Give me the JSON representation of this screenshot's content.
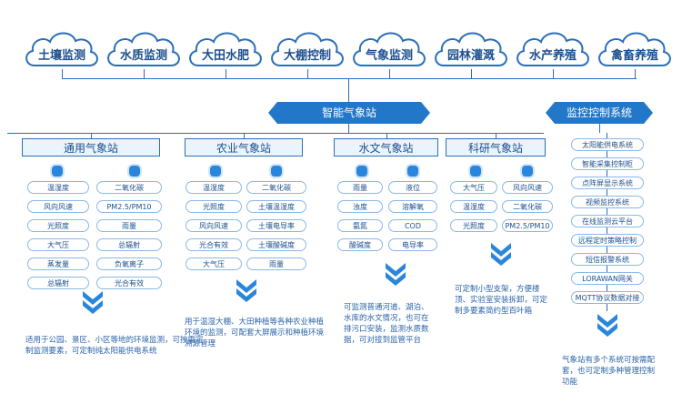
{
  "clouds": [
    "土壤监测",
    "水质监测",
    "大田水肥",
    "大棚控制",
    "气象监测",
    "园林灌溉",
    "水产养殖",
    "禽畜养殖"
  ],
  "hubs": {
    "weather": "智能气象站",
    "control": "监控控制系统"
  },
  "stations": [
    {
      "title": "通用气象站",
      "left": [
        "温湿度",
        "风向风速",
        "光照度",
        "大气压",
        "蒸发量",
        "总辐射"
      ],
      "right": [
        "二氧化碳",
        "PM2.5/PM10",
        "雨量",
        "总辐射",
        "负氧离子",
        "光合有效"
      ],
      "desc": "适用于公园、景区、小区等地的环境监测，可按需定制监测要素，可定制纯太阳能供电系统"
    },
    {
      "title": "农业气象站",
      "left": [
        "温湿度",
        "光照度",
        "风向风速",
        "光合有效",
        "大气压"
      ],
      "right": [
        "二氧化碳",
        "土壤温湿度",
        "土壤电导率",
        "土壤酸碱度",
        "雨量"
      ],
      "desc": "用于温湿大棚、大田种植等各种农业种植环境的监测，可配套大屏展示和种植环境溯源管理"
    },
    {
      "title": "水文气象站",
      "left": [
        "雨量",
        "浊度",
        "氨氮",
        "酸碱度"
      ],
      "right": [
        "液位",
        "溶解氧",
        "COD",
        "电导率"
      ],
      "desc": "可监测普通河道、湖泊、水库的水文情况，也可在排污口安装，监测水质数据，可对接到监管平台"
    },
    {
      "title": "科研气象站",
      "left": [
        "大气压",
        "温湿度",
        "光照度"
      ],
      "right": [
        "风向风速",
        "二氧化碳",
        "PM2.5/PM10"
      ],
      "desc": "可定制小型支架，方便楼顶、实验室安装拆卸，可定制多要素简约型百叶箱"
    }
  ],
  "control_items": [
    "太阳能供电系统",
    "智能采集控制柜",
    "点阵屏显示系统",
    "视频监控系统",
    "在线监测云平台",
    "远程定时策略控制",
    "短信报警系统",
    "LORAWAN网关",
    "MQTT协议数据对接"
  ],
  "control_desc": "气象站有多个系统可按需配套，也可定制多种管理控制功能",
  "colors": {
    "primary": "#2277c8",
    "light": "#eaf4fd",
    "border": "#8ab8e6"
  },
  "icons": {
    "cloud": "cloud-shape",
    "chevron": "double-chevron-down-icon"
  }
}
